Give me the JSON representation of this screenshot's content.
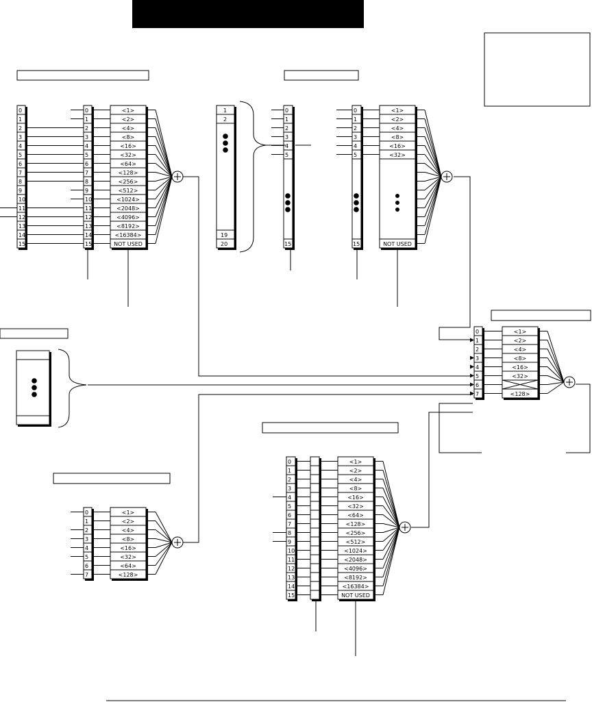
{
  "title_bar": {
    "text": ""
  },
  "note_box": {
    "text": ""
  },
  "block_headers": {
    "top_left": "",
    "top_middle": "",
    "right": "",
    "left_middle": "",
    "bottom_center": "",
    "bottom_left": ""
  },
  "weights16": [
    "<1>",
    "<2>",
    "<4>",
    "<8>",
    "<16>",
    "<32>",
    "<64>",
    "<128>",
    "<256>",
    "<512>",
    "<1024>",
    "<2048>",
    "<4096>",
    "<8192>",
    "<16384>",
    "NOT USED"
  ],
  "weights8": [
    "<1>",
    "<2>",
    "<4>",
    "<8>",
    "<16>",
    "<32>",
    "<64>",
    "<128>"
  ],
  "weights_right": [
    "<1>",
    "<2>",
    "<4>",
    "<8>",
    "<16>",
    "<32>",
    "",
    "<128>"
  ],
  "weights_mid": [
    "<1>",
    "<2>",
    "<4>",
    "<8>",
    "<16>",
    "<32>"
  ],
  "not_used": "NOT USED",
  "indices16": [
    "0",
    "1",
    "2",
    "3",
    "4",
    "5",
    "6",
    "7",
    "8",
    "9",
    "10",
    "11",
    "12",
    "13",
    "14",
    "15"
  ],
  "indices8": [
    "0",
    "1",
    "2",
    "3",
    "4",
    "5",
    "6",
    "7"
  ],
  "indices_mid": [
    "0",
    "1",
    "2",
    "3",
    "4",
    "5"
  ],
  "last_index": "15",
  "selector_labels": [
    "1",
    "2",
    "19",
    "20"
  ],
  "sum_symbol": "+",
  "colors": {
    "ink": "#000000",
    "paper": "#ffffff"
  }
}
